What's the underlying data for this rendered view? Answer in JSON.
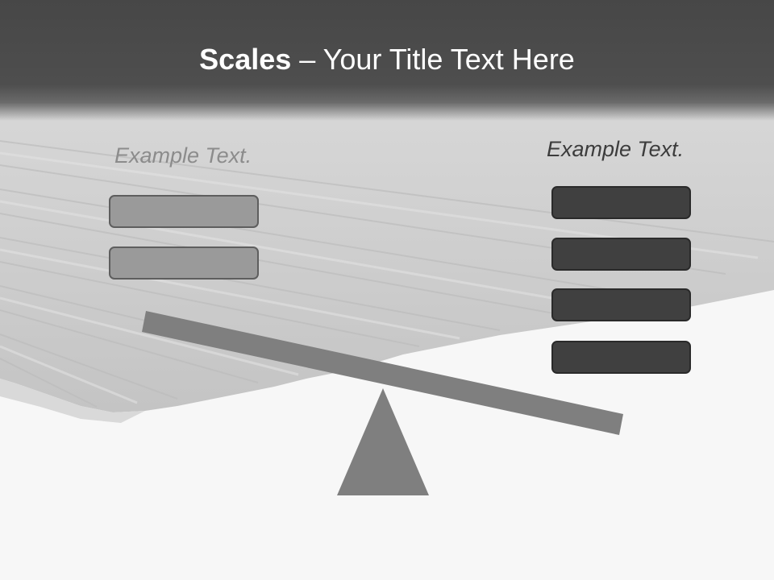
{
  "slide": {
    "title_bold": "Scales",
    "title_rest": " – Your Title Text Here"
  },
  "left_side": {
    "label": "Example Text.",
    "box_count": 2,
    "box_color": "#9a9a9a"
  },
  "right_side": {
    "label": "Example Text.",
    "box_count": 4,
    "box_color": "#404040"
  },
  "scale": {
    "beam_color": "#7f7f7f",
    "fulcrum_color": "#7f7f7f",
    "tilt": "down-right"
  },
  "colors": {
    "title_band": "#474747",
    "title_text": "#ffffff",
    "background": "#f7f7f7"
  }
}
